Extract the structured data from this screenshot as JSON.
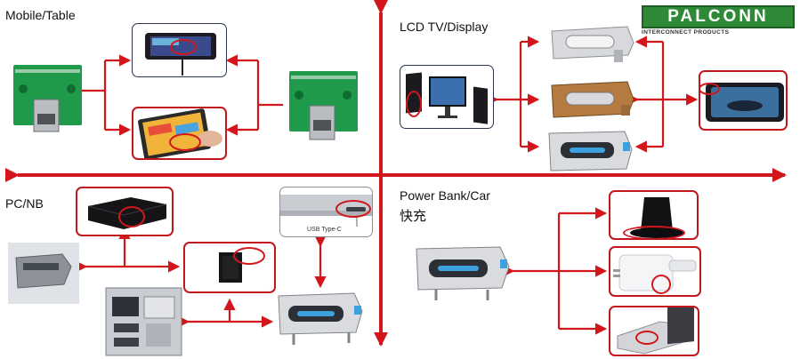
{
  "quadrants": {
    "top_left": {
      "title": "Mobile/Table"
    },
    "top_right": {
      "title": "LCD TV/Display"
    },
    "bottom_left": {
      "title": "PC/NB"
    },
    "bottom_right": {
      "title": "Power Bank/Car",
      "subtitle": "快充"
    }
  },
  "logo": {
    "name": "PALCONN",
    "tagline": "INTERCONNECT PRODUCTS"
  },
  "laptop_label": "USB Type-C",
  "colors": {
    "arrow": "#d2161b",
    "box_border": "#c0181c",
    "logo": "#2e8a36"
  },
  "icons": [
    "pcb-board",
    "smartphone",
    "tablet",
    "tv-monitor",
    "usb-c-connector",
    "car-display",
    "mini-pc",
    "usb-a-port",
    "ethernet-usb-combo",
    "usb-c-receptacle",
    "laptop",
    "speaker",
    "car-charger",
    "wall-charger",
    "power-bank"
  ]
}
